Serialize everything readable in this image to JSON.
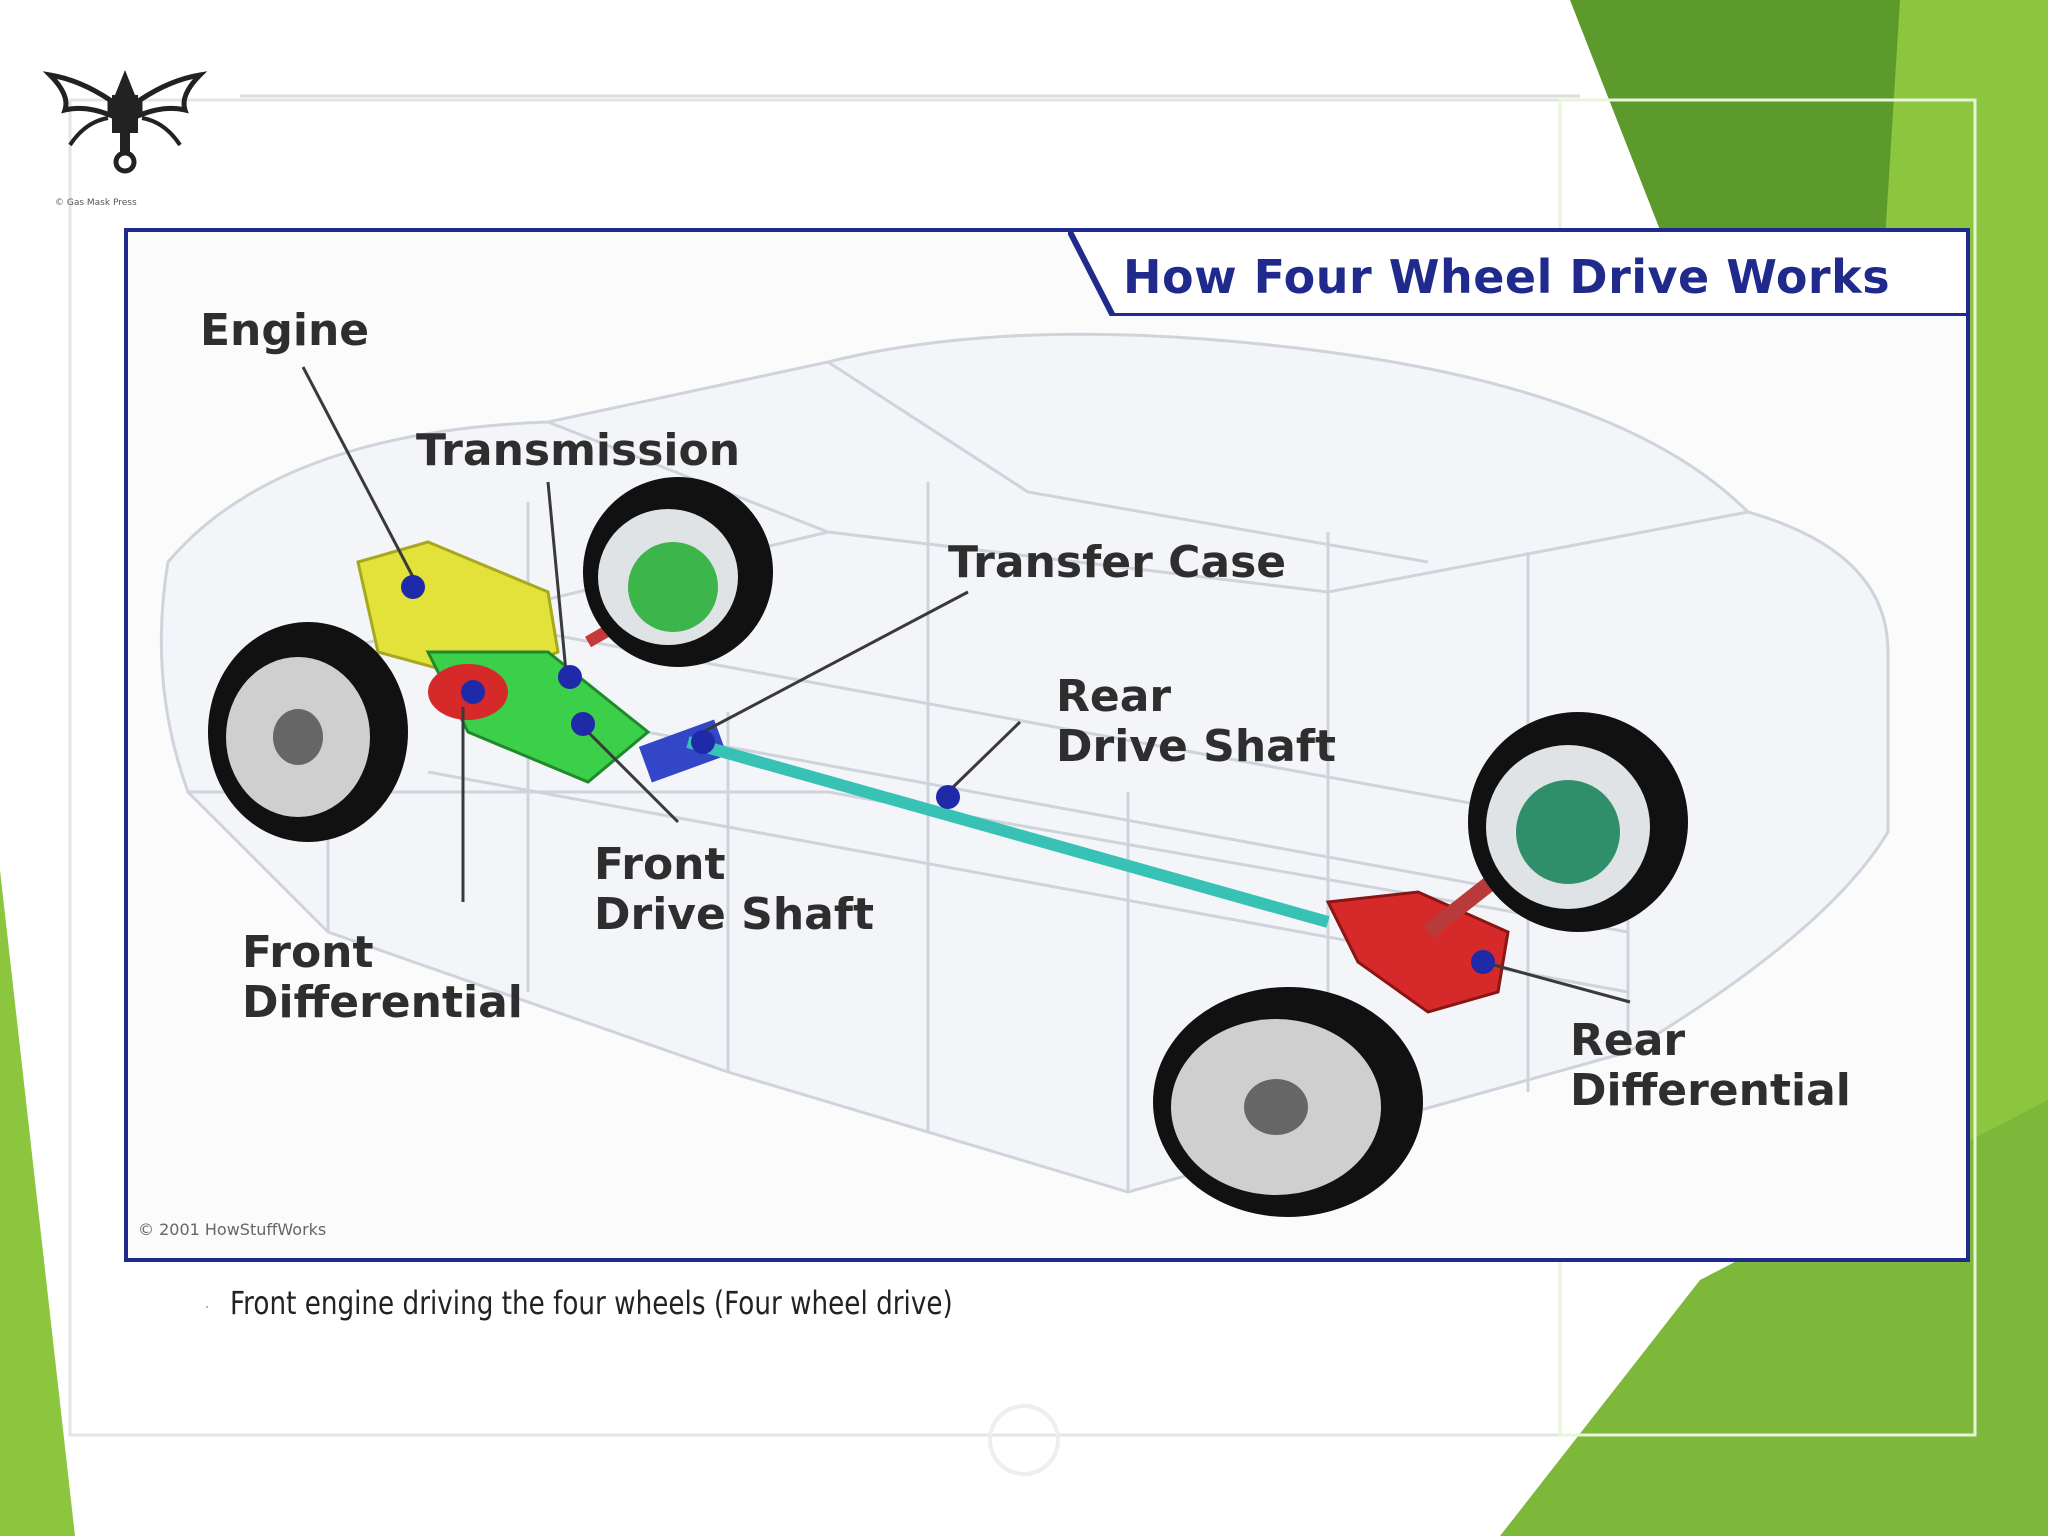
{
  "slide": {
    "caption": "Front engine driving the four wheels (Four wheel drive)",
    "colors": {
      "accent_dark": "#5c9a2c",
      "accent_light": "#8cc63f",
      "frame": "#1f2a8c"
    }
  },
  "logo": {
    "icon": "winged-piston-logo-icon",
    "caption": "© Gas Mask Press"
  },
  "diagram": {
    "title": "How Four Wheel Drive Works",
    "copyright": "© 2001 HowStuffWorks",
    "labels": {
      "engine": "Engine",
      "transmission": "Transmission",
      "transfer_case": "Transfer Case",
      "rear_drive_shaft_1": "Rear",
      "rear_drive_shaft_2": "Drive Shaft",
      "front_drive_shaft_1": "Front",
      "front_drive_shaft_2": "Drive Shaft",
      "front_differential_1": "Front",
      "front_differential_2": "Differential",
      "rear_differential_1": "Rear",
      "rear_differential_2": "Differential"
    }
  }
}
